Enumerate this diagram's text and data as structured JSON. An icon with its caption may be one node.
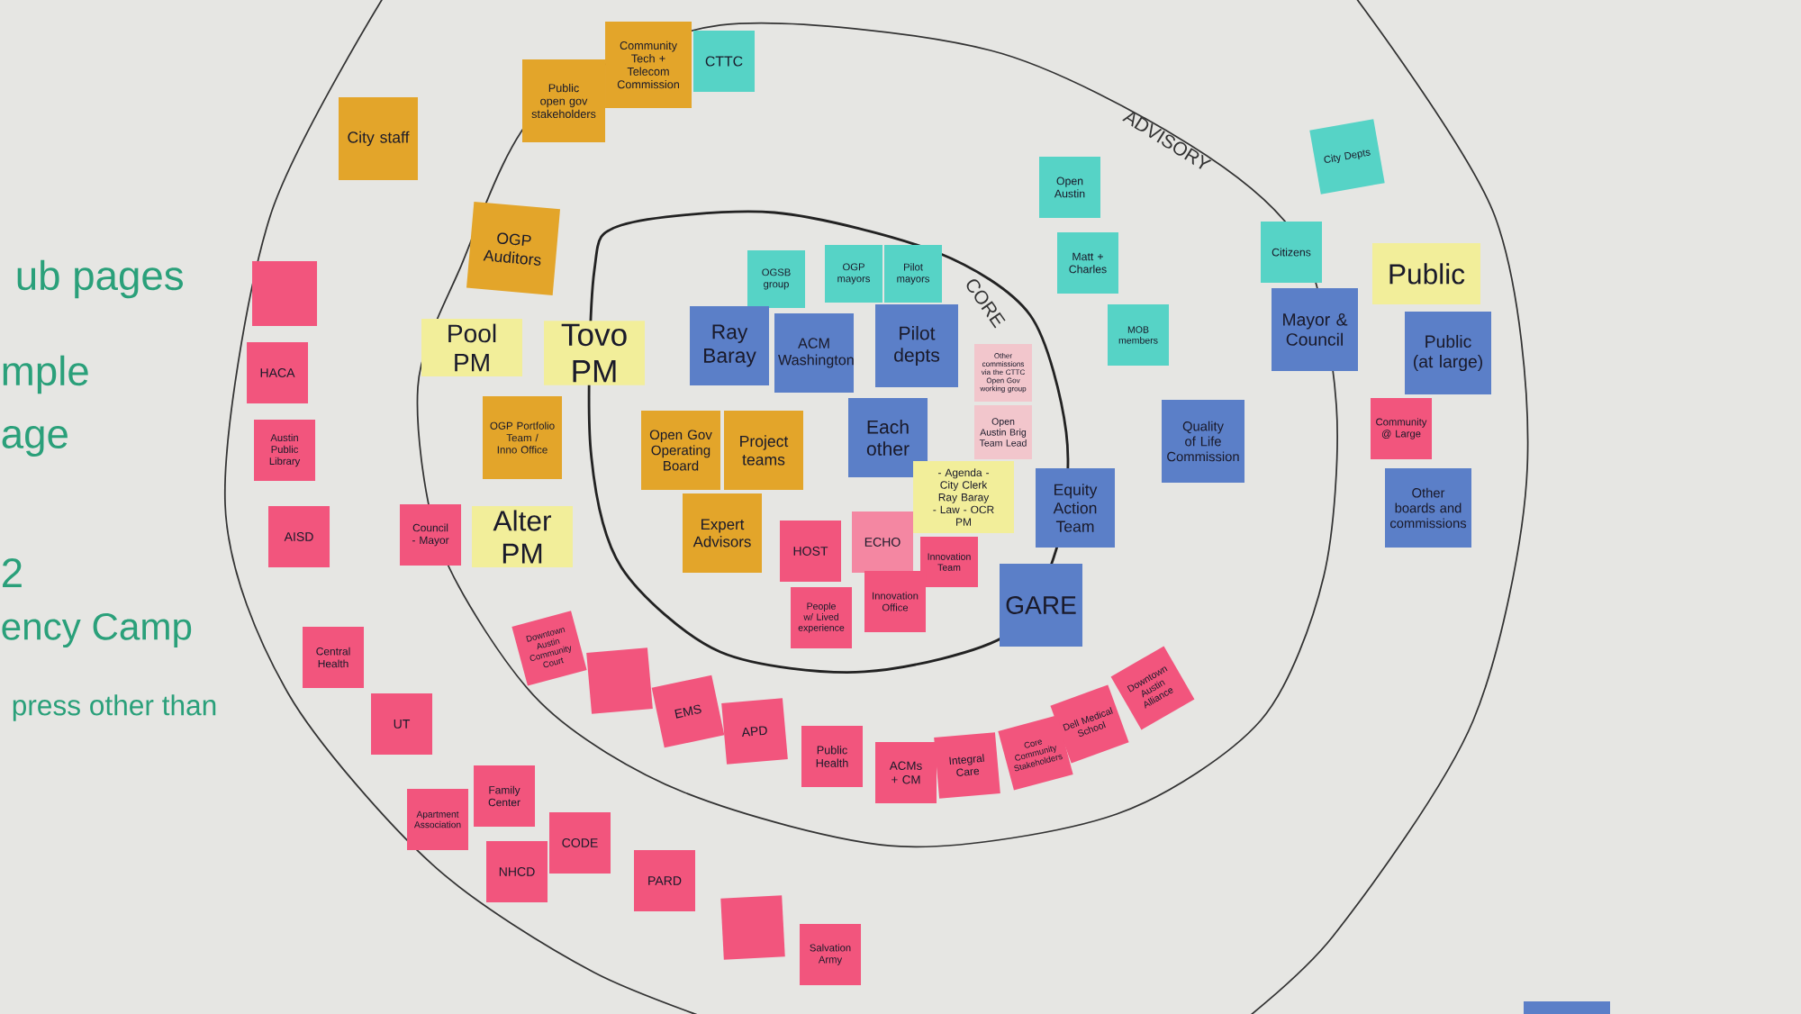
{
  "diagram": {
    "nodes": [
      {
        "text": [
          "Community Tech + Telecom Commission"
        ]
      },
      {
        "text": [
          "CTTC"
        ]
      },
      {
        "text": [
          "Public open gov stakeholders"
        ]
      },
      {
        "text": [
          "City staff"
        ]
      },
      {
        "text": [
          "City Depts"
        ]
      },
      {
        "text": [
          "Open Austin"
        ]
      },
      {
        "text": [
          "OGP Auditors"
        ]
      },
      {
        "text": [
          "Matt + Charles"
        ]
      },
      {
        "text": [
          "Citizens"
        ]
      },
      {
        "text": [
          "Public"
        ]
      },
      {
        "text": [
          "OGSB group"
        ]
      },
      {
        "text": [
          "OGP mayors"
        ]
      },
      {
        "text": [
          "Pilot mayors"
        ]
      },
      {
        "text": [
          "Mayor & Council"
        ]
      },
      {
        "text": [
          "MOB members"
        ]
      },
      {
        "text": [],
        "shape": "box"
      },
      {
        "text": [
          "Pool",
          "PM"
        ]
      },
      {
        "text": [
          "Tovo",
          "PM"
        ]
      },
      {
        "text": [
          "Ray Baray"
        ]
      },
      {
        "text": [
          "ACM Washington"
        ]
      },
      {
        "text": [
          "Pilot depts"
        ]
      },
      {
        "text": [
          "Other commissions via the CTTC Open Gov working group"
        ]
      },
      {
        "text": [
          "Public (at large)"
        ]
      },
      {
        "text": [
          "HACA"
        ]
      },
      {
        "text": [
          "OGP Portfolio Team / Inno Office"
        ]
      },
      {
        "text": [
          "Open Gov Operating Board"
        ]
      },
      {
        "text": [
          "Project teams"
        ]
      },
      {
        "text": [
          "Each other"
        ]
      },
      {
        "text": [
          "Open Austin Brig Team Lead"
        ]
      },
      {
        "text": [
          "Quality of Life Commission"
        ]
      },
      {
        "text": [
          "Community @ Large"
        ]
      },
      {
        "text": [
          "Austin Public Library"
        ]
      },
      {
        "text": [
          "Equity Action Team"
        ]
      },
      {
        "text": [
          "- Agenda - City Clerk",
          "Ray Baray",
          "- Law - OCR",
          "PM"
        ]
      },
      {
        "text": [
          "Other boards and commissions"
        ]
      },
      {
        "text": [
          "AISD"
        ]
      },
      {
        "text": [
          "Council - Mayor"
        ]
      },
      {
        "text": [
          "Alter",
          "PM"
        ]
      },
      {
        "text": [
          "Expert Advisors"
        ]
      },
      {
        "text": [
          "HOST"
        ]
      },
      {
        "text": [
          "ECHO"
        ]
      },
      {
        "text": [
          "Innovation Team"
        ]
      },
      {
        "text": [
          "People w/ Lived experience"
        ]
      },
      {
        "text": [
          "Innovation Office"
        ]
      },
      {
        "text": [
          "GARE"
        ]
      },
      {
        "text": [
          "Central Health"
        ]
      },
      {
        "text": [
          "Downtown Austin Community Court"
        ]
      },
      {
        "text": [],
        "shape": "box"
      },
      {
        "text": [
          "EMS"
        ]
      },
      {
        "text": [
          "Downtown Austin Alliance"
        ]
      },
      {
        "text": [
          "UT"
        ]
      },
      {
        "text": [
          "APD"
        ]
      },
      {
        "text": [
          "Dell Medical School"
        ]
      },
      {
        "text": [
          "Public Health"
        ]
      },
      {
        "text": [
          "Core Community Stakeholders"
        ]
      },
      {
        "text": [
          "Integral Care"
        ]
      },
      {
        "text": [
          "ACMs + CM"
        ]
      },
      {
        "text": [
          "Family Center"
        ]
      },
      {
        "text": [
          "Apartment Association"
        ]
      },
      {
        "text": [
          "CODE"
        ]
      },
      {
        "text": [
          "NHCD"
        ]
      },
      {
        "text": [
          "PARD"
        ]
      },
      {
        "text": [],
        "shape": "box"
      },
      {
        "text": [
          "Salvation Army"
        ]
      },
      {
        "text": [],
        "shape": "box"
      }
    ],
    "labels": [
      "ADVISORY",
      "CORE",
      "ub pages",
      "mple",
      "age",
      "2",
      "ency Camp",
      "press other than"
    ]
  }
}
